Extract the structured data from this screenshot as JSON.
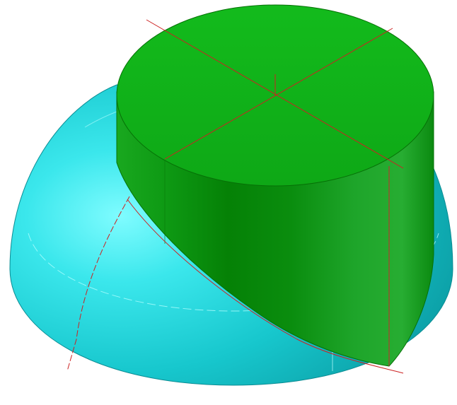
{
  "scene": {
    "background": "#ffffff",
    "objects": [
      {
        "name": "hemisphere",
        "shape": "dome",
        "color": "#1fcfd3",
        "highlight": "#66ffff",
        "edge_color": "#0b8c93"
      },
      {
        "name": "cylinder",
        "shape": "cylinder",
        "color": "#0a8f0a",
        "top_color": "#11b81a",
        "edge_color": "#067006"
      }
    ],
    "construction_lines": {
      "color": "#cc2222"
    }
  }
}
